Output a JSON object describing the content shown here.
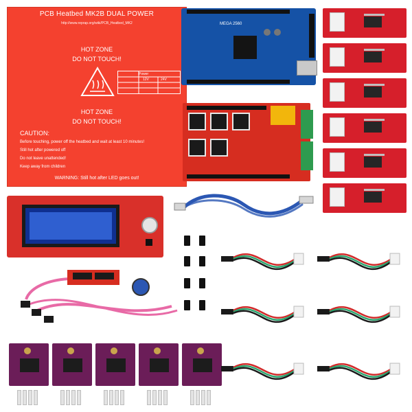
{
  "heatbed": {
    "title": "PCB Heatbed MK2B DUAL POWER",
    "url": "http://www.reprap.org/wiki/PCB_Heatbed_MK2",
    "hot_zone_1": "HOT ZONE",
    "do_not_touch_1": "DO NOT TOUCH!",
    "power_label": "Power",
    "table_header": [
      "12V",
      "24V"
    ],
    "hot_zone_2": "HOT ZONE",
    "do_not_touch_2": "DO NOT TOUCH!",
    "caution_title": "CAUTION:",
    "caution_lines": [
      "Before touching, power off the heatbed and wait at least 10 minutes!",
      "Still hot after powered off",
      "Do not leave unattended!",
      "Keep away from children"
    ],
    "warning": "WARNING: Still hot after LED goes out!"
  },
  "mega": {
    "label": "MEGA 2560"
  },
  "endstops": {
    "count": 6
  },
  "steppers": {
    "count": 5
  },
  "cables": {
    "count": 6
  },
  "jumpers": {
    "count": 8
  },
  "colors": {
    "heatbed": "#f4412f",
    "mega": "#1552a6",
    "ramps": "#d62d20",
    "endstop": "#d61f2b",
    "stepper": "#6b1d58",
    "usb_cable": "#2b57b3",
    "wire_red": "#d22a2a",
    "wire_green": "#2aa56f",
    "wire_black": "#1a1a1a",
    "ribbon": "#e86aa6"
  }
}
